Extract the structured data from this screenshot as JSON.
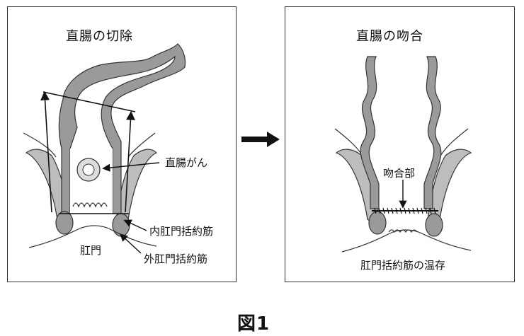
{
  "figure": {
    "label": "図1"
  },
  "left_panel": {
    "title": "直腸の切除",
    "labels": {
      "cancer": "直腸がん",
      "internal_sphincter": "内肛門括約筋",
      "anus": "肛門",
      "external_sphincter": "外肛門括約筋"
    }
  },
  "right_panel": {
    "title": "直腸の吻合",
    "labels": {
      "anastomosis": "吻合部",
      "preservation": "肛門括約筋の温存"
    }
  },
  "colors": {
    "outline": "#333333",
    "wall": "#9a9a9a",
    "muscle": "#bdbdbd",
    "arrow": "#111111"
  }
}
